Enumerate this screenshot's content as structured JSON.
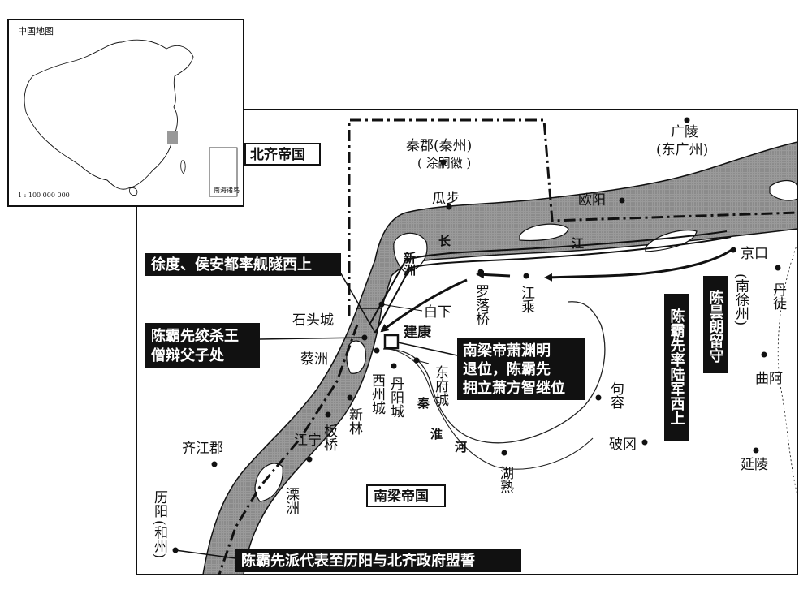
{
  "inset": {
    "title": "中国地图",
    "scale": "1 : 100 000 000",
    "south_sea_label": "南海诸岛"
  },
  "regions": {
    "northern_qi": "北齐帝国",
    "southern_liang": "南梁帝国"
  },
  "places": {
    "qinjun": "秦郡(秦州)",
    "qinjun_note": "( 涂嗣徽 )",
    "guangling": "广陵",
    "guangling_alt": "(东广州)",
    "guabu": "瓜步",
    "ouyang": "欧阳",
    "jingkou": "京口",
    "jingkou_alt": "(南徐州)",
    "dantu": "丹徒",
    "baixia": "白下",
    "luoluoqiao": "罗落桥",
    "jiangcheng": "江乘",
    "shitoucheng": "石头城",
    "jiankang": "建康",
    "caizhou": "蔡洲",
    "xizhoucheng": "西州城",
    "danyangcheng": "丹阳城",
    "dongfucheng": "东府城",
    "gourong": "句容",
    "qua": "曲阿",
    "xinlin": "新林",
    "banqiao": "板桥",
    "jiangning": "江宁",
    "qijiangjun": "齐江郡",
    "pogang": "破冈",
    "yanling": "延陵",
    "hushu": "湖熟",
    "lizhou": "溧洲",
    "liyang": "历阳",
    "liyang_alt": "(和州)",
    "xinzhou": "新洲"
  },
  "rivers": {
    "chang": "长",
    "jiang": "江",
    "qin": "秦",
    "huai": "淮",
    "he": "河"
  },
  "annotations": {
    "xudu": "徐度、侯安都率舰隧西上",
    "chen_kill": [
      "陈霸先绞杀王",
      "僧辩父子处"
    ],
    "liang_emperor": [
      "南梁帝萧渊明",
      "退位，陈霸先",
      "拥立萧方智继位"
    ],
    "chen_lead": "陈霸先率陆军西上",
    "chen_yu": "陈昙朗留守",
    "chen_envoy": "陈霸先派代表至历阳与北齐政府盟誓"
  }
}
